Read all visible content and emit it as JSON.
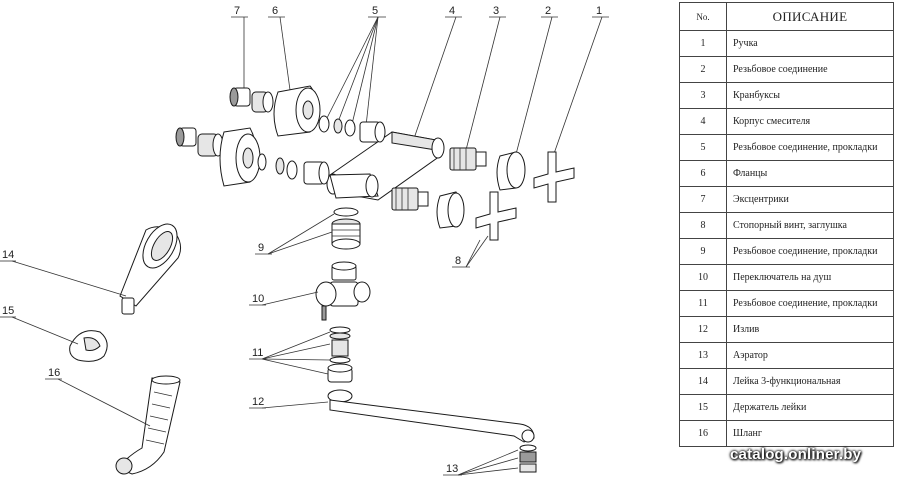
{
  "table": {
    "header_no": "No.",
    "header_desc": "ОПИСАНИЕ",
    "rows": [
      {
        "no": "1",
        "desc": "Ручка"
      },
      {
        "no": "2",
        "desc": "Резьбовое соединение"
      },
      {
        "no": "3",
        "desc": "Кранбуксы"
      },
      {
        "no": "4",
        "desc": "Корпус смесителя"
      },
      {
        "no": "5",
        "desc": "Резьбовое соединение, прокладки"
      },
      {
        "no": "6",
        "desc": "Фланцы"
      },
      {
        "no": "7",
        "desc": "Эксцентрики"
      },
      {
        "no": "8",
        "desc": "Стопорный винт, заглушка"
      },
      {
        "no": "9",
        "desc": "Резьбовое соединение, прокладки"
      },
      {
        "no": "10",
        "desc": "Переключатель на душ"
      },
      {
        "no": "11",
        "desc": "Резьбовое соединение, прокладки"
      },
      {
        "no": "12",
        "desc": "Излив"
      },
      {
        "no": "13",
        "desc": "Аэратор"
      },
      {
        "no": "14",
        "desc": "Лейка 3-функциональная"
      },
      {
        "no": "15",
        "desc": "Держатель лейки"
      },
      {
        "no": "16",
        "desc": "Шланг"
      }
    ]
  },
  "callouts": [
    "1",
    "2",
    "3",
    "4",
    "5",
    "6",
    "7",
    "8",
    "9",
    "10",
    "11",
    "12",
    "13",
    "14",
    "15",
    "16"
  ],
  "watermark": "catalog.onliner.by"
}
